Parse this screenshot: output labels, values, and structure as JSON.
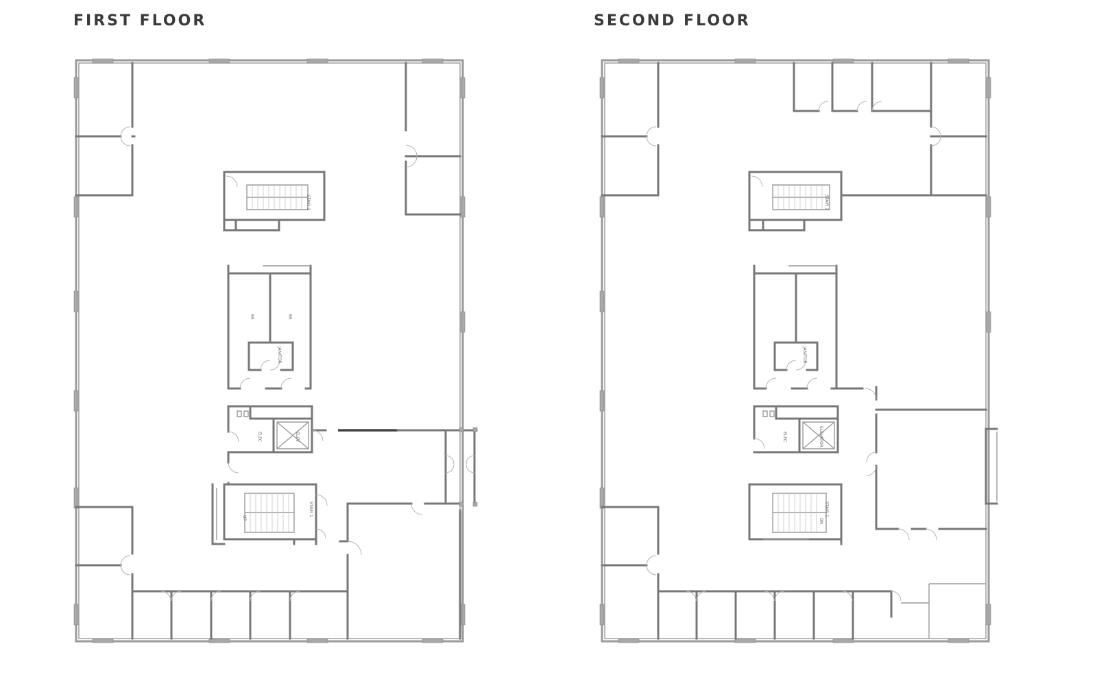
{
  "floors": [
    {
      "title": "FIRST FLOOR",
      "rooms": {
        "stair_top": "STAIR 2",
        "restroom_left": "RR",
        "restroom_right": "RR",
        "janitor": "JANITOR",
        "electrical": "ELEC",
        "elevator": "ELEV",
        "stair_bottom": "STAIR 1",
        "stair_up": "UP"
      }
    },
    {
      "title": "SECOND FLOOR",
      "rooms": {
        "stair_top": "STAIR 2",
        "janitor": "JANITOR",
        "electrical": "ELEC",
        "elevator": "ELEVATOR",
        "stair_bottom": "STAIR 1",
        "stair_down": "DN"
      }
    }
  ],
  "colors": {
    "background": "#ffffff",
    "title_text": "#3a3a3a",
    "wall": "#777777",
    "window_pier": "#a8a8a8"
  }
}
